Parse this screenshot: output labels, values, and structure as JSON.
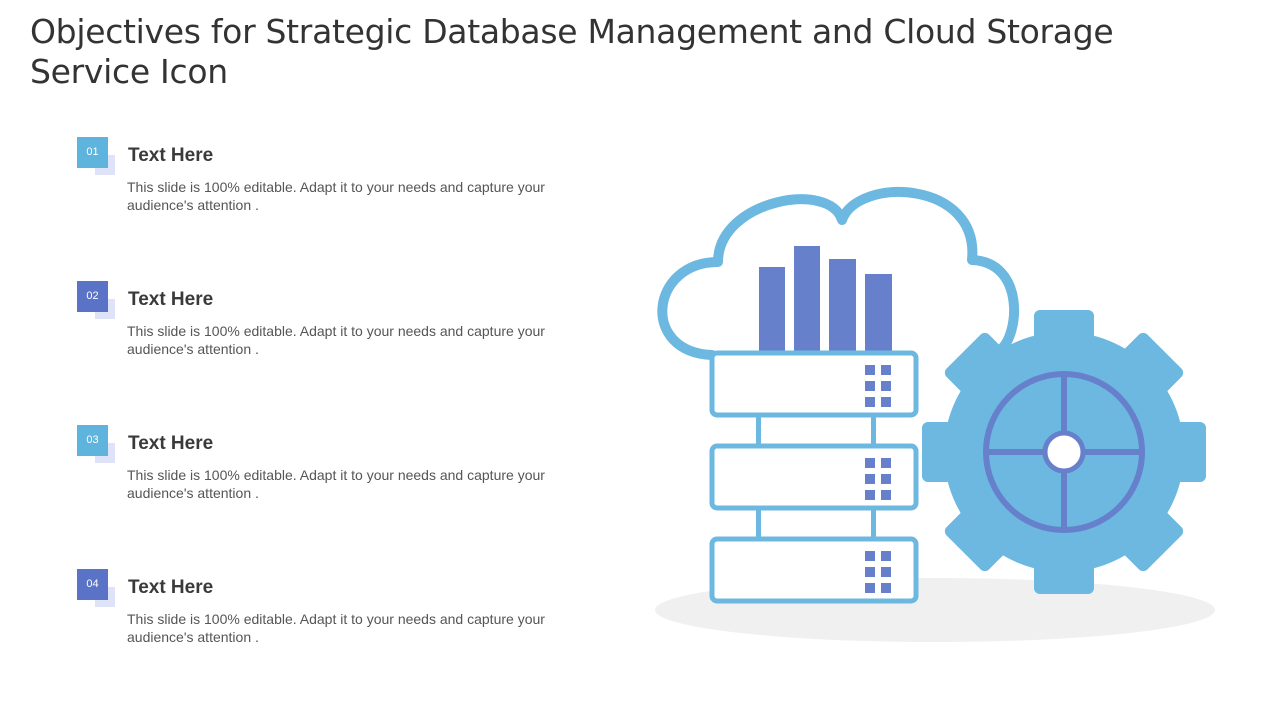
{
  "title": "Objectives for Strategic Database Management and Cloud Storage Service Icon",
  "items": [
    {
      "number": "01",
      "heading": "Text Here",
      "body": "This slide is 100% editable. Adapt it to your needs and capture your audience's attention .",
      "color": "#5fb4de"
    },
    {
      "number": "02",
      "heading": "Text Here",
      "body": "This slide is 100% editable. Adapt it to your needs and capture your audience's attention .",
      "color": "#5a73c6"
    },
    {
      "number": "03",
      "heading": "Text Here",
      "body": "This slide is 100% editable. Adapt it to your needs and capture your audience's attention .",
      "color": "#5fb4de"
    },
    {
      "number": "04",
      "heading": "Text Here",
      "body": "This slide is 100% editable. Adapt it to your needs and capture your audience's attention .",
      "color": "#5a73c6"
    }
  ],
  "illustration": {
    "icons": [
      "cloud-icon",
      "bar-chart-icon",
      "server-stack-icon",
      "gear-icon"
    ],
    "colors": {
      "light_blue": "#6cb8e0",
      "dark_blue": "#6680cc",
      "shadow": "#f0f0f0"
    }
  }
}
